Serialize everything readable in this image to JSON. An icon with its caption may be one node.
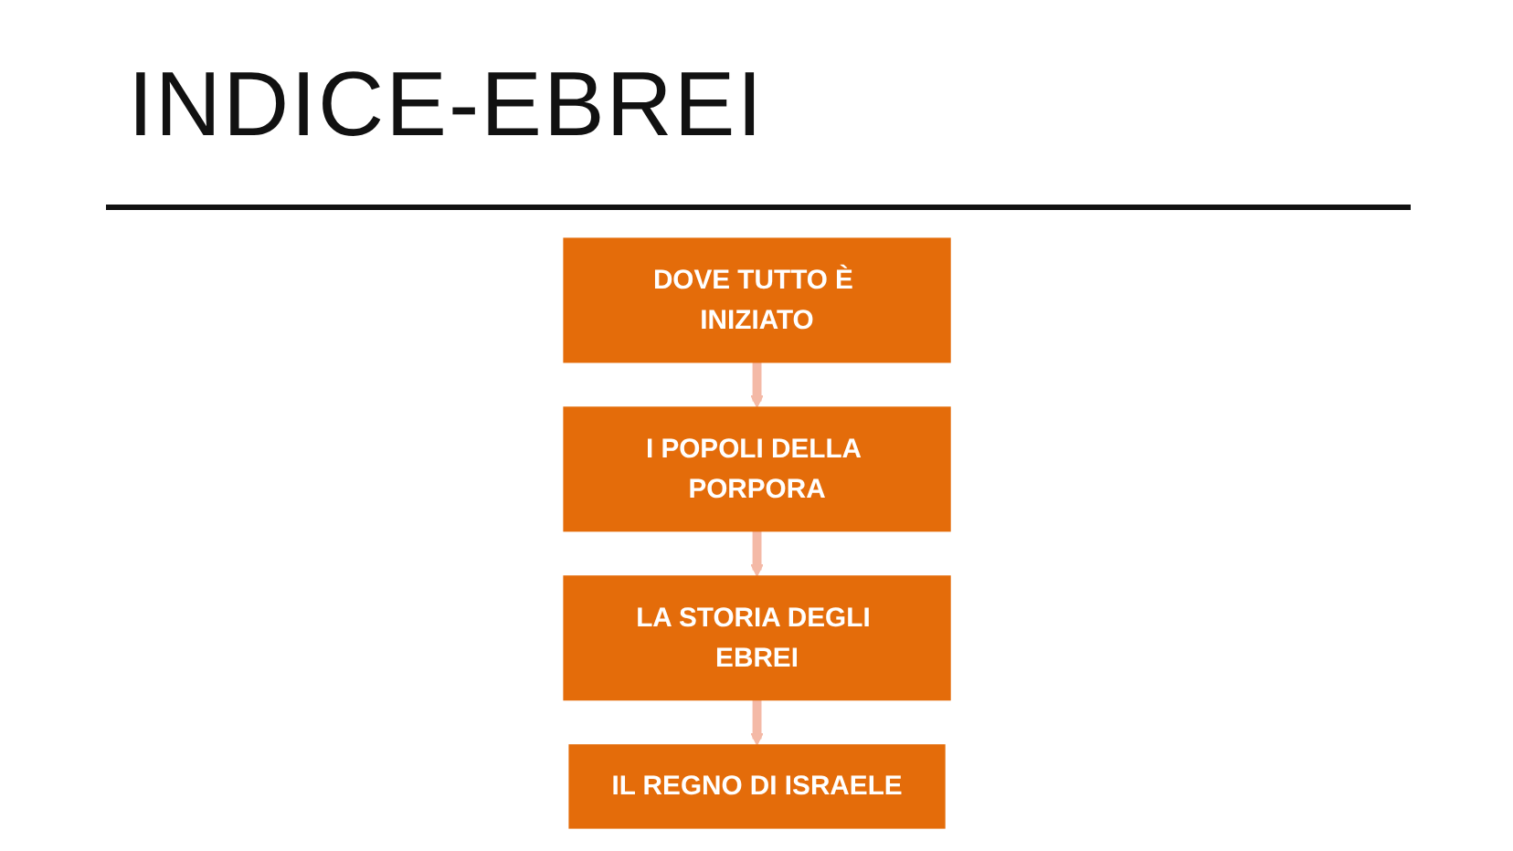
{
  "diagram": {
    "title": "INDICE-EBREI",
    "nodes": [
      {
        "text": [
          "DOVE TUTTO È INIZIATO"
        ]
      },
      {
        "text": [
          "I POPOLI DELLA PORPORA"
        ]
      },
      {
        "text": [
          "LA STORIA DEGLI EBREI"
        ]
      },
      {
        "text": [
          "IL REGNO DI ISRAELE"
        ]
      }
    ],
    "edges": [
      {
        "from": 0,
        "to": 1,
        "arrow": "to"
      },
      {
        "from": 1,
        "to": 2,
        "arrow": "to"
      },
      {
        "from": 2,
        "to": 3,
        "arrow": "to"
      }
    ]
  }
}
